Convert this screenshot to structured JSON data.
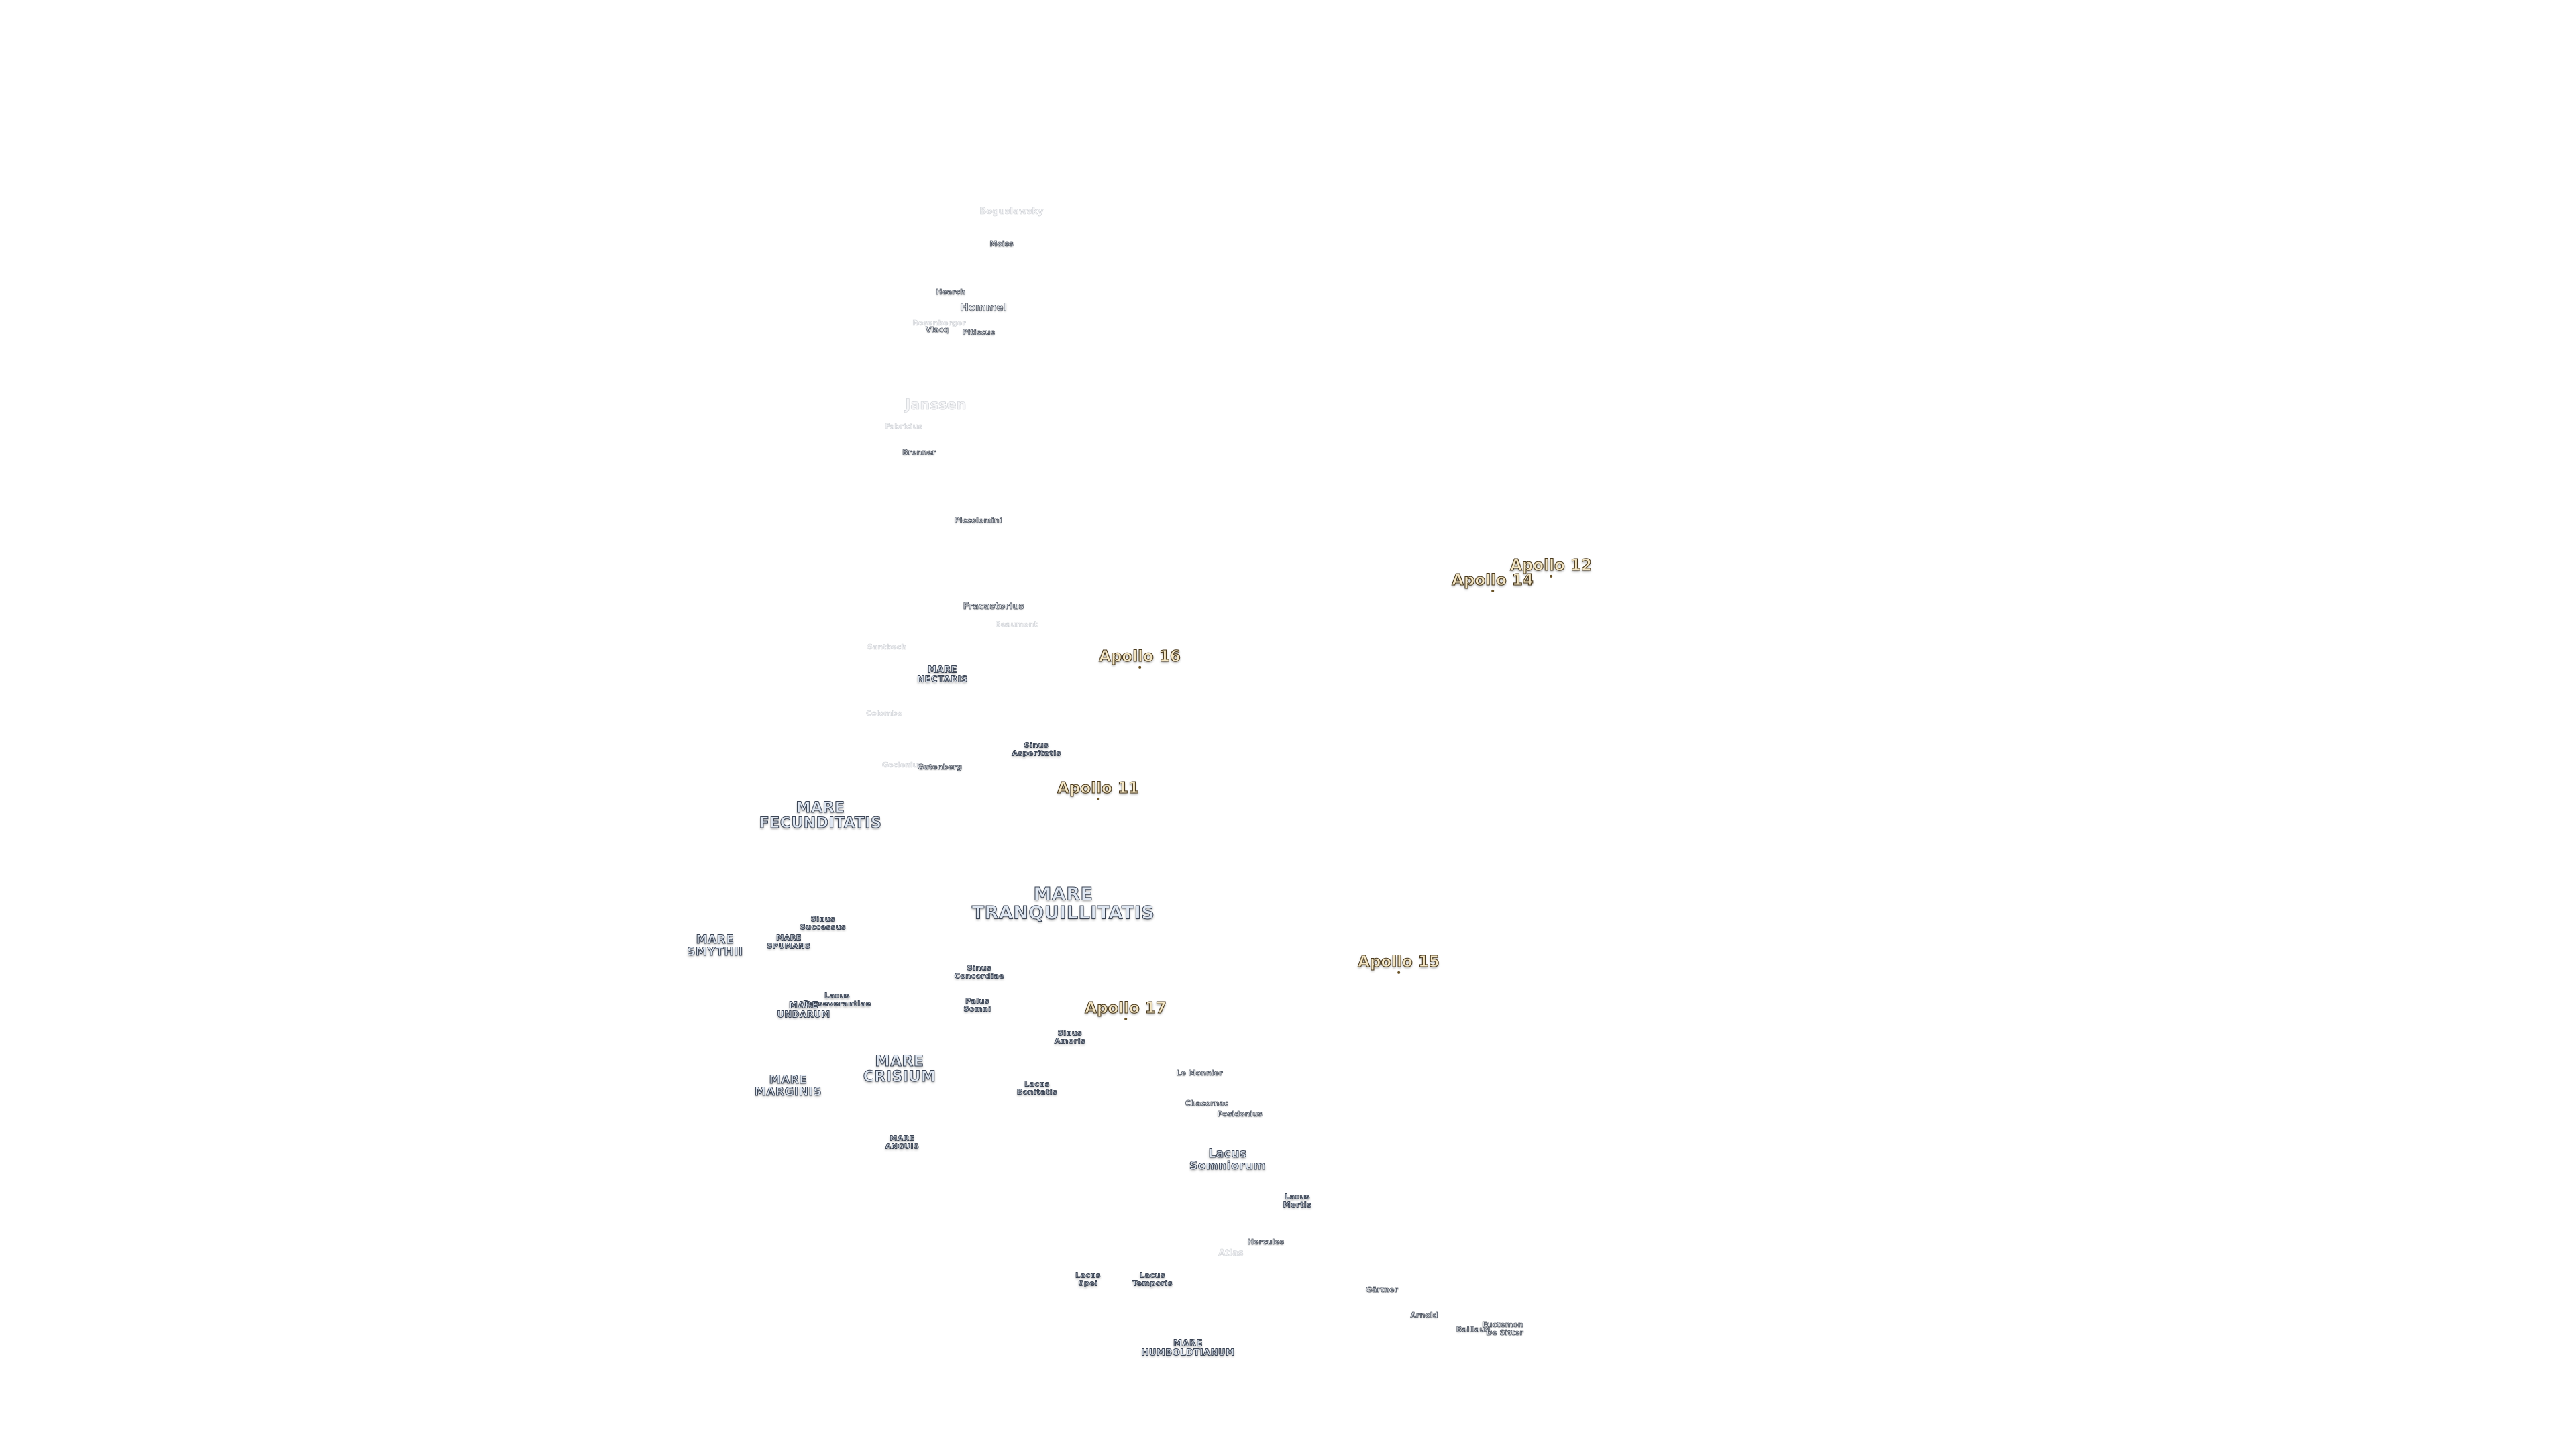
{
  "map": {
    "labels": [
      {
        "id": "boguslawsky",
        "text": "Boguslawsky",
        "kind": "faint",
        "size": "m"
      },
      {
        "id": "moiss",
        "text": "Moiss",
        "kind": "crater",
        "size": "xs"
      },
      {
        "id": "hearch",
        "text": "Hearch",
        "kind": "crater",
        "size": "xs"
      },
      {
        "id": "hommel",
        "text": "Hommel",
        "kind": "crater",
        "size": "m"
      },
      {
        "id": "rosenberger",
        "text": "Rosenberger",
        "kind": "faint",
        "size": "s"
      },
      {
        "id": "vlacq",
        "text": "Vlacq",
        "kind": "crater",
        "size": "xs"
      },
      {
        "id": "pitiscus",
        "text": "Pitiscus",
        "kind": "crater",
        "size": "xs"
      },
      {
        "id": "janssen",
        "text": "Janssen",
        "kind": "faint",
        "size": "big"
      },
      {
        "id": "fabricius",
        "text": "Fabricius",
        "kind": "faint",
        "size": "s"
      },
      {
        "id": "brenner",
        "text": "Brenner",
        "kind": "crater",
        "size": "xs"
      },
      {
        "id": "piccolomini",
        "text": "Piccolomini",
        "kind": "crater",
        "size": "xs"
      },
      {
        "id": "fracastorius",
        "text": "Fracastorius",
        "kind": "crater",
        "size": "s"
      },
      {
        "id": "beaumont",
        "text": "Beaumont",
        "kind": "faint",
        "size": "s"
      },
      {
        "id": "santbech",
        "text": "Santbech",
        "kind": "faint",
        "size": "s"
      },
      {
        "id": "mare-nectaris",
        "text": "MARE\nNECTARIS",
        "kind": "mare",
        "size": "s"
      },
      {
        "id": "colombo",
        "text": "Colombo",
        "kind": "faint",
        "size": "s"
      },
      {
        "id": "sinus-asperitatis",
        "text": "Sinus\nAsperitatis",
        "kind": "mare",
        "size": "xs"
      },
      {
        "id": "goclenius",
        "text": "Goclenius",
        "kind": "faint",
        "size": "s"
      },
      {
        "id": "gutenberg",
        "text": "Gutenberg",
        "kind": "crater",
        "size": "xs"
      },
      {
        "id": "mare-fecunditatis",
        "text": "MARE\nFECUNDITATIS",
        "kind": "mare",
        "size": "l"
      },
      {
        "id": "mare-tranquillitatis",
        "text": "MARE\nTRANQUILLITATIS",
        "kind": "mare",
        "size": "xl"
      },
      {
        "id": "sinus-successus",
        "text": "Sinus\nSuccessus",
        "kind": "mare",
        "size": "xs"
      },
      {
        "id": "mare-spumans",
        "text": "MARE\nSPUMANS",
        "kind": "mare",
        "size": "xs"
      },
      {
        "id": "mare-smythii",
        "text": "MARE\nSMYTHII",
        "kind": "mare",
        "size": "m"
      },
      {
        "id": "sinus-concordiae",
        "text": "Sinus\nConcordiae",
        "kind": "mare",
        "size": "xs"
      },
      {
        "id": "lacus-perseverantiae",
        "text": "Lacus\nPerseverantiae",
        "kind": "mare",
        "size": "xs"
      },
      {
        "id": "mare-undarum",
        "text": "MARE\nUNDARUM",
        "kind": "mare",
        "size": "s"
      },
      {
        "id": "palus-somni",
        "text": "Palus\nSomni",
        "kind": "mare",
        "size": "xs"
      },
      {
        "id": "sinus-amoris",
        "text": "Sinus\nAmoris",
        "kind": "mare",
        "size": "xs"
      },
      {
        "id": "mare-crisium",
        "text": "MARE\nCRISIUM",
        "kind": "mare",
        "size": "l"
      },
      {
        "id": "mare-marginis",
        "text": "MARE\nMARGINIS",
        "kind": "mare",
        "size": "m"
      },
      {
        "id": "lacus-bonitatis",
        "text": "Lacus\nBonitatis",
        "kind": "mare",
        "size": "xs"
      },
      {
        "id": "mare-anguis",
        "text": "MARE\nANGUIS",
        "kind": "mare",
        "size": "xs"
      },
      {
        "id": "le-monnier",
        "text": "Le Monnier",
        "kind": "crater",
        "size": "xs"
      },
      {
        "id": "chacornac",
        "text": "Chacornac",
        "kind": "crater",
        "size": "xs"
      },
      {
        "id": "posidonius",
        "text": "Posidonius",
        "kind": "crater",
        "size": "xs"
      },
      {
        "id": "lacus-somniorum",
        "text": "Lacus\nSomniorum",
        "kind": "mare",
        "size": "m"
      },
      {
        "id": "lacus-mortis",
        "text": "Lacus\nMortis",
        "kind": "mare",
        "size": "xs"
      },
      {
        "id": "hercules",
        "text": "Hercules",
        "kind": "crater",
        "size": "xs"
      },
      {
        "id": "atlas",
        "text": "Atlas",
        "kind": "faint",
        "size": "m"
      },
      {
        "id": "lacus-spei",
        "text": "Lacus\nSpei",
        "kind": "mare",
        "size": "xs"
      },
      {
        "id": "lacus-temporis",
        "text": "Lacus\nTemporis",
        "kind": "mare",
        "size": "xs"
      },
      {
        "id": "gartner",
        "text": "Gärtner",
        "kind": "crater",
        "size": "xs"
      },
      {
        "id": "arnold",
        "text": "Arnold",
        "kind": "crater",
        "size": "xs"
      },
      {
        "id": "baillaud",
        "text": "Baillaud",
        "kind": "crater",
        "size": "xs"
      },
      {
        "id": "euctemon",
        "text": "Euctemon",
        "kind": "crater",
        "size": "xs"
      },
      {
        "id": "de-sitter",
        "text": "De Sitter",
        "kind": "crater",
        "size": "xs"
      },
      {
        "id": "mare-humboldtianum",
        "text": "MARE\nHUMBOLDTIANUM",
        "kind": "mare",
        "size": "s"
      }
    ],
    "apollo_sites": [
      {
        "id": "apollo-12",
        "text": "Apollo 12"
      },
      {
        "id": "apollo-14",
        "text": "Apollo 14"
      },
      {
        "id": "apollo-16",
        "text": "Apollo 16"
      },
      {
        "id": "apollo-11",
        "text": "Apollo 11"
      },
      {
        "id": "apollo-15",
        "text": "Apollo 15"
      },
      {
        "id": "apollo-17",
        "text": "Apollo 17"
      }
    ],
    "colors": {
      "background": "#ffffff",
      "mare_fill": "#dfe7f2",
      "mare_outline": "#3b4454",
      "apollo_fill": "#f4e6c4",
      "apollo_outline": "#4a3a1e"
    }
  }
}
